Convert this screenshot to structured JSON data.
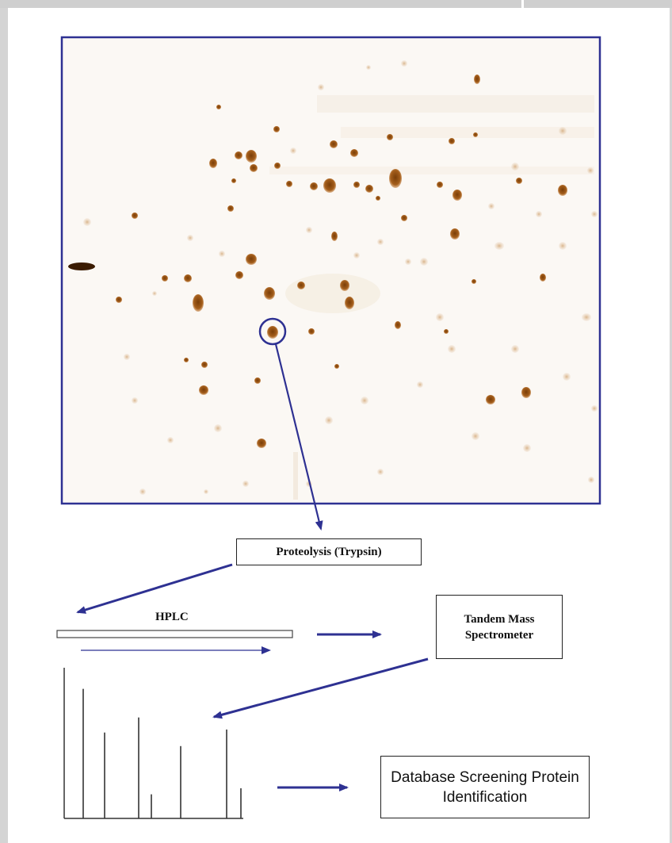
{
  "colors": {
    "gel_border": "#2e3192",
    "arrow": "#2e3192",
    "spot_dark": "#8b4a0c",
    "spot_light": "#d9b48f",
    "gel_background": "#fbf8f4",
    "page_background": "#ffffff",
    "frame": "#d4d4d4"
  },
  "icons": {
    "selected_spot_marker": "circle-outline-icon",
    "flow_arrow": "arrow-icon"
  },
  "diagram": {
    "proteolysis_label": "Proteolysis (Trypsin)",
    "hplc_label": "HPLC",
    "tandem_ms_label": "Tandem Mass Spectrometer",
    "database_label": "Database Screening Protein Identification"
  },
  "spectrum": {
    "peak_heights": [
      0.86,
      0.57,
      0.67,
      0.16,
      0.48,
      0.59,
      0.2
    ]
  }
}
